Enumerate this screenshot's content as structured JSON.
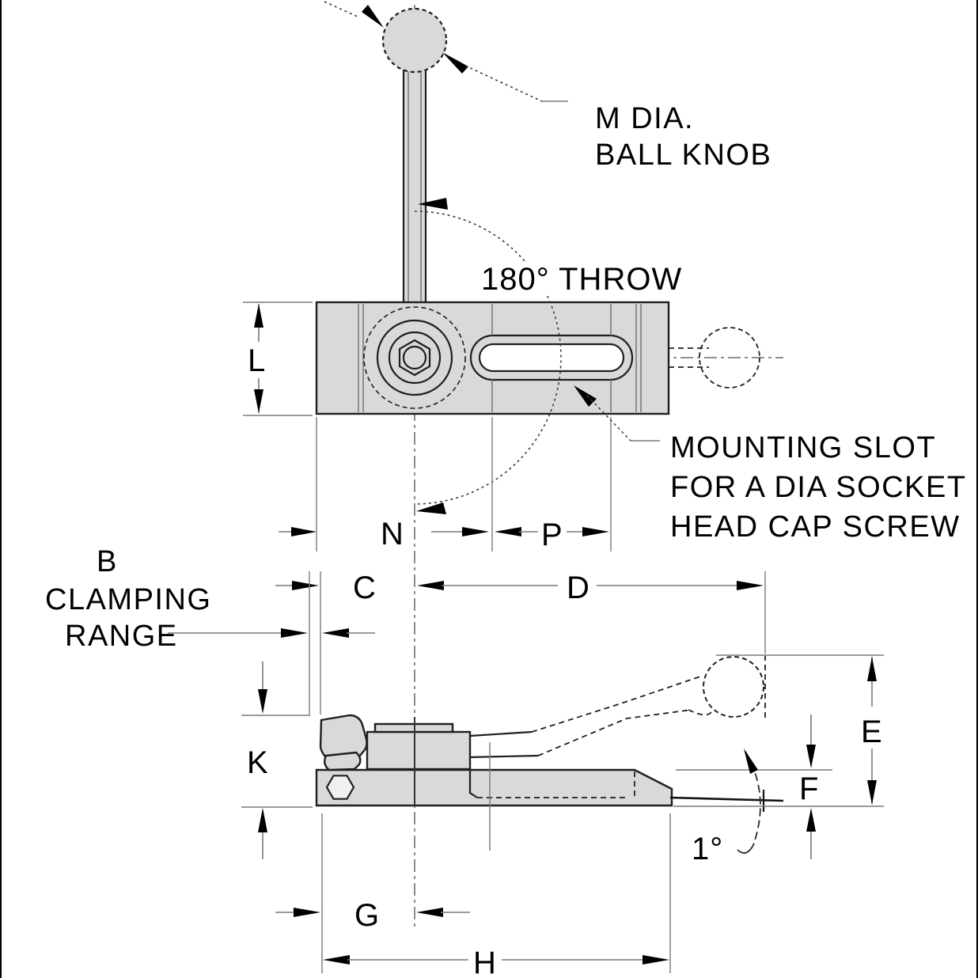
{
  "colors": {
    "background": "#ffffff",
    "part_fill": "#d9d9d9",
    "outline": "#1f1f1f",
    "dim_line": "#7a7a7a",
    "text": "#000000"
  },
  "drawing": {
    "callouts": {
      "ball_knob": {
        "lines": [
          "M DIA.",
          "BALL KNOB"
        ]
      },
      "throw": {
        "label": "180° THROW"
      },
      "mounting_slot": {
        "lines": [
          "MOUNTING SLOT",
          "FOR A DIA SOCKET",
          "HEAD CAP SCREW"
        ]
      },
      "clamping_range": {
        "lines": [
          "B",
          "CLAMPING",
          "RANGE"
        ]
      },
      "tilt_angle": {
        "label": "1°"
      }
    },
    "dimension_labels": {
      "L": "L",
      "N": "N",
      "P": "P",
      "C": "C",
      "D": "D",
      "K": "K",
      "E": "E",
      "F": "F",
      "G": "G",
      "H": "H"
    }
  }
}
